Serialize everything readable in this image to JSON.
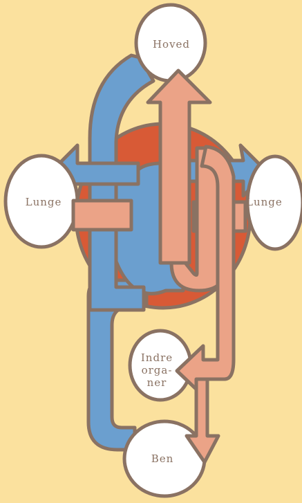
{
  "diagram": {
    "labels": {
      "head": "Hoved",
      "lung_left": "Lunge",
      "lung_right": "Lunge",
      "organs": "Indre\norga-\nner",
      "legs": "Ben"
    }
  },
  "colors": {
    "background": "#FBE19E",
    "heart": "#D85A36",
    "deoxygenated_blood": "#6B9FCF",
    "oxygenated_blood": "#EBA387",
    "outline": "#8A7263",
    "organ_fill": "#FFFFFF"
  }
}
